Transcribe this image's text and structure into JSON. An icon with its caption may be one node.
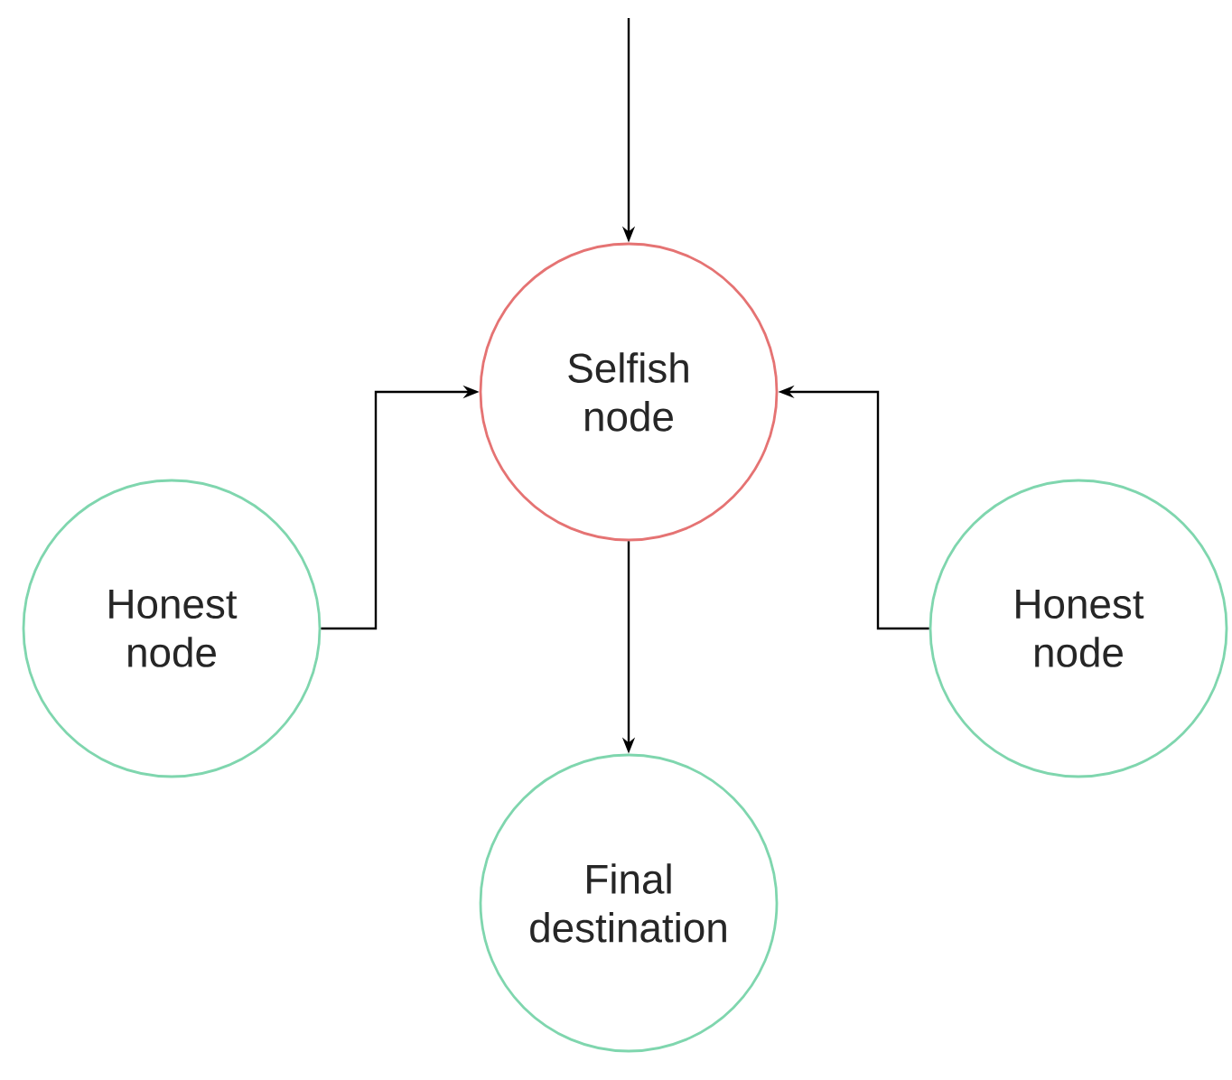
{
  "diagram": {
    "nodes": [
      {
        "text": [
          "Selfish node"
        ]
      },
      {
        "text": [
          "Honest node"
        ]
      },
      {
        "text": [
          "Honest node"
        ]
      },
      {
        "text": [
          "Final destination"
        ]
      }
    ],
    "edges": [
      {
        "from": null,
        "to": 0,
        "arrow": "to"
      },
      {
        "from": 1,
        "to": 0,
        "arrow": "to"
      },
      {
        "from": 2,
        "to": 0,
        "arrow": "to"
      },
      {
        "from": 0,
        "to": 3,
        "arrow": "to"
      }
    ]
  }
}
